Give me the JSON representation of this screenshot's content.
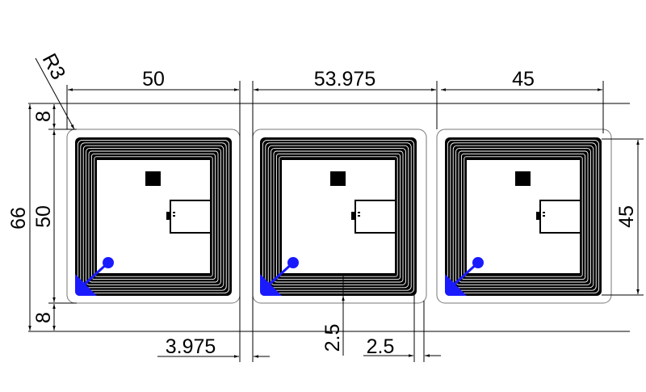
{
  "dimensions": {
    "width_label_1": "50",
    "width_label_2": "53.975",
    "width_label_3": "45",
    "total_height": "66",
    "inlay_height": "50",
    "top_margin": "8",
    "bottom_margin": "8",
    "right_height": "45",
    "gap": "3.975",
    "inner_margin_v": "2.5",
    "inner_margin_h": "2.5",
    "corner_radius": "R3"
  },
  "colors": {
    "line": "#000000",
    "pad": "#1a1aff",
    "label_outline": "#777777"
  }
}
